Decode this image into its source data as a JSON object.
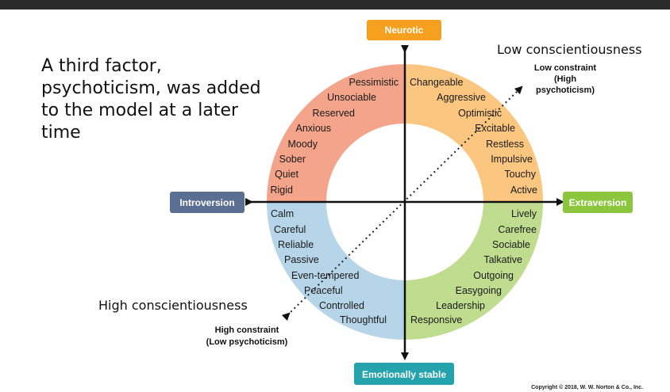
{
  "note": "A third factor, psychoticism, was added to the model at a later time",
  "annotations": {
    "low_conscientiousness": "Low conscientiousness",
    "high_conscientiousness": "High conscientiousness"
  },
  "axes": {
    "top": "Neurotic",
    "bottom": "Emotionally stable",
    "left": "Introversion",
    "right": "Extraversion"
  },
  "diagonal": {
    "top_right": [
      "Low constraint",
      "(High",
      "psychoticism)"
    ],
    "bottom_left": [
      "High constraint",
      "(Low psychoticism)"
    ]
  },
  "quadrants": {
    "top_left": [
      "Pessimistic",
      "Unsociable",
      "Reserved",
      "Anxious",
      "Moody",
      "Sober",
      "Quiet",
      "Rigid"
    ],
    "top_right": [
      "Changeable",
      "Aggressive",
      "Optimistic",
      "Excitable",
      "Restless",
      "Impulsive",
      "Touchy",
      "Active"
    ],
    "bottom_left": [
      "Calm",
      "Careful",
      "Reliable",
      "Passive",
      "Even-tempered",
      "Peaceful",
      "Controlled",
      "Thoughtful"
    ],
    "bottom_right": [
      "Lively",
      "Carefree",
      "Sociable",
      "Talkative",
      "Outgoing",
      "Easygoing",
      "Leadership",
      "Responsive"
    ]
  },
  "colors": {
    "top_left": "#f3a48a",
    "top_right": "#fbc680",
    "bottom_left": "#b7d5e8",
    "bottom_right": "#bfdc8f",
    "neurotic_box": "#f5a01f",
    "stable_box": "#24a3ad",
    "introversion_box": "#5b6f93",
    "extraversion_box": "#8cc63f"
  },
  "copyright": "Copyright © 2018, W. W. Norton & Co., Inc."
}
